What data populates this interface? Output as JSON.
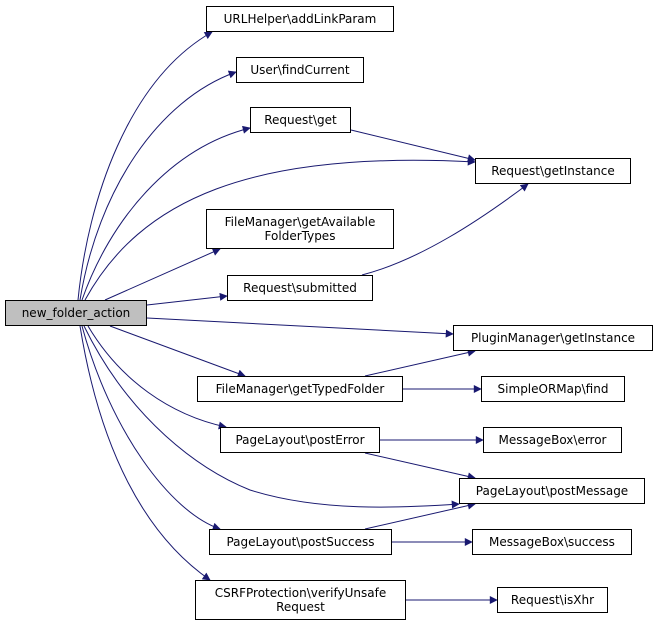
{
  "colors": {
    "edge": "#191970",
    "root_fill": "#bfbfbf",
    "node_fill": "#ffffff"
  },
  "nodes": [
    {
      "id": "nfa",
      "label": "new_folder_action",
      "root": true
    },
    {
      "id": "addLinkParam",
      "label": "URLHelper\\addLinkParam"
    },
    {
      "id": "findCurrent",
      "label": "User\\findCurrent"
    },
    {
      "id": "get",
      "label": "Request\\get"
    },
    {
      "id": "getInstance",
      "label": "Request\\getInstance"
    },
    {
      "id": "getAvail",
      "label": "FileManager\\getAvailable\nFolderTypes"
    },
    {
      "id": "submitted",
      "label": "Request\\submitted"
    },
    {
      "id": "pluginGetInstance",
      "label": "PluginManager\\getInstance"
    },
    {
      "id": "getTypedFolder",
      "label": "FileManager\\getTypedFolder"
    },
    {
      "id": "find",
      "label": "SimpleORMap\\find"
    },
    {
      "id": "postError",
      "label": "PageLayout\\postError"
    },
    {
      "id": "mbError",
      "label": "MessageBox\\error"
    },
    {
      "id": "postMessage",
      "label": "PageLayout\\postMessage"
    },
    {
      "id": "postSuccess",
      "label": "PageLayout\\postSuccess"
    },
    {
      "id": "mbSuccess",
      "label": "MessageBox\\success"
    },
    {
      "id": "csrf",
      "label": "CSRFProtection\\verifyUnsafe\nRequest"
    },
    {
      "id": "isXhr",
      "label": "Request\\isXhr"
    }
  ],
  "edges": [
    [
      "nfa",
      "addLinkParam"
    ],
    [
      "nfa",
      "findCurrent"
    ],
    [
      "nfa",
      "get"
    ],
    [
      "nfa",
      "getInstance"
    ],
    [
      "nfa",
      "getAvail"
    ],
    [
      "nfa",
      "submitted"
    ],
    [
      "nfa",
      "pluginGetInstance"
    ],
    [
      "nfa",
      "getTypedFolder"
    ],
    [
      "nfa",
      "postError"
    ],
    [
      "nfa",
      "postMessage"
    ],
    [
      "nfa",
      "postSuccess"
    ],
    [
      "nfa",
      "csrf"
    ],
    [
      "get",
      "getInstance"
    ],
    [
      "submitted",
      "getInstance"
    ],
    [
      "getTypedFolder",
      "pluginGetInstance"
    ],
    [
      "getTypedFolder",
      "find"
    ],
    [
      "postError",
      "mbError"
    ],
    [
      "postError",
      "postMessage"
    ],
    [
      "postSuccess",
      "postMessage"
    ],
    [
      "postSuccess",
      "mbSuccess"
    ],
    [
      "csrf",
      "isXhr"
    ]
  ]
}
